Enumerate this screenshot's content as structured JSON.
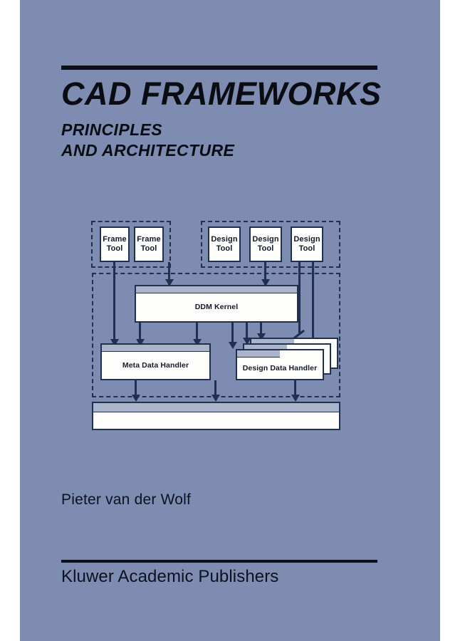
{
  "cover": {
    "background_color": "#7d8cb0",
    "title": "CAD FRAMEWORKS",
    "subtitle_line1": "PRINCIPLES",
    "subtitle_line2": "AND ARCHITECTURE",
    "author": "Pieter van der Wolf",
    "publisher": "Kluwer Academic Publishers"
  },
  "diagram": {
    "ink_color": "#20304f",
    "box_fill": "#fdfdfb",
    "titlebar_color": "#aab5cc",
    "frame_tool_group": {
      "tools": [
        {
          "line1": "Frame",
          "line2": "Tool"
        },
        {
          "line1": "Frame",
          "line2": "Tool"
        }
      ]
    },
    "design_tool_group": {
      "tools": [
        {
          "line1": "Design",
          "line2": "Tool"
        },
        {
          "line1": "Design",
          "line2": "Tool"
        },
        {
          "line1": "Design",
          "line2": "Tool"
        }
      ]
    },
    "kernel": {
      "label": "DDM Kernel"
    },
    "meta_data_handler": {
      "label": "Meta Data Handler"
    },
    "design_data_handler": {
      "label": "Design Data Handler"
    },
    "base_layer": {
      "label": ""
    }
  }
}
